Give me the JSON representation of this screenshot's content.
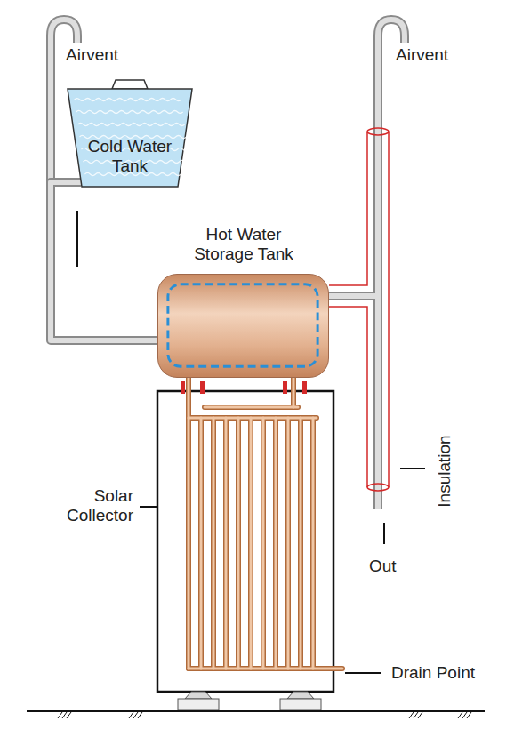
{
  "diagram": {
    "nodes": [
      {
        "text": [
          "Cold Water Tank"
        ]
      },
      {
        "text": [
          "Hot Water Storage Tank"
        ]
      }
    ],
    "edges": [
      {
        "from": 0,
        "to": 1,
        "arrow": "none"
      }
    ],
    "labels": [
      "Airvent",
      "Airvent",
      "Solar Collector",
      "Insulation",
      "Out",
      "Drain Point"
    ]
  }
}
